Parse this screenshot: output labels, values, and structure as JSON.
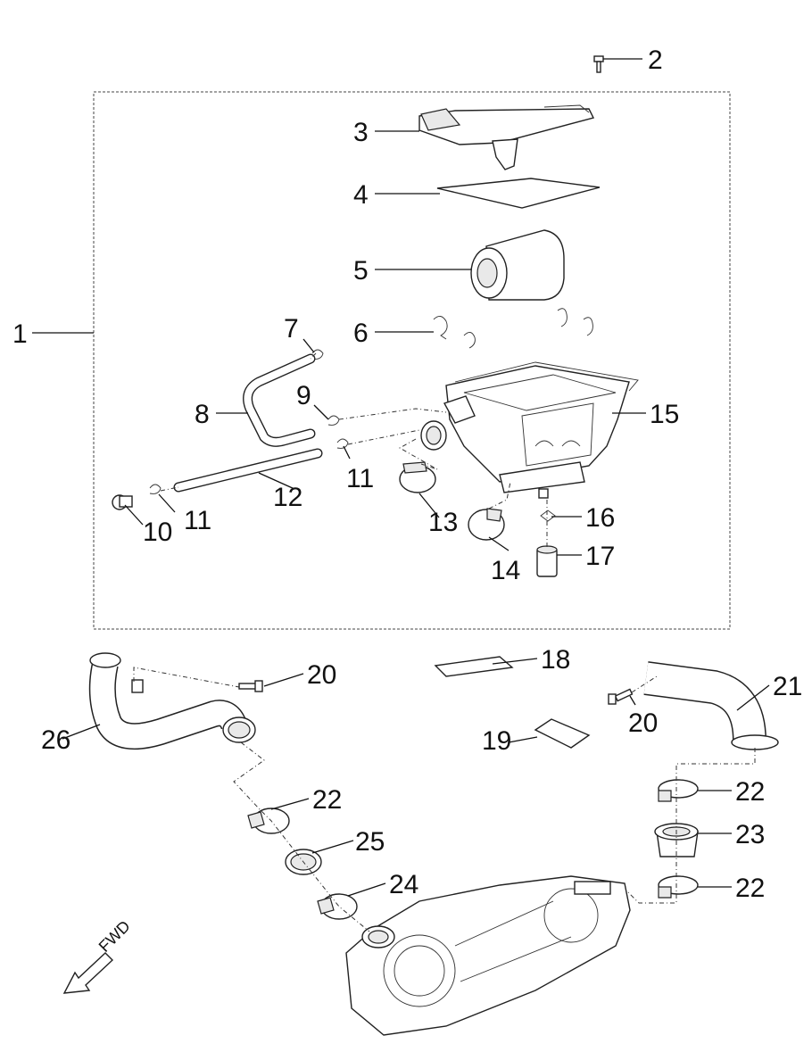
{
  "callouts": {
    "c1": "1",
    "c2": "2",
    "c3": "3",
    "c4": "4",
    "c5": "5",
    "c6": "6",
    "c7": "7",
    "c8": "8",
    "c9": "9",
    "c10": "10",
    "c11a": "11",
    "c11b": "11",
    "c12": "12",
    "c13": "13",
    "c14": "14",
    "c15": "15",
    "c16": "16",
    "c17": "17",
    "c18": "18",
    "c19": "19",
    "c20a": "20",
    "c20b": "20",
    "c21": "21",
    "c22a": "22",
    "c22b": "22",
    "c22c": "22",
    "c23": "23",
    "c24": "24",
    "c25": "25",
    "c26": "26"
  },
  "direction_label": "FWD"
}
